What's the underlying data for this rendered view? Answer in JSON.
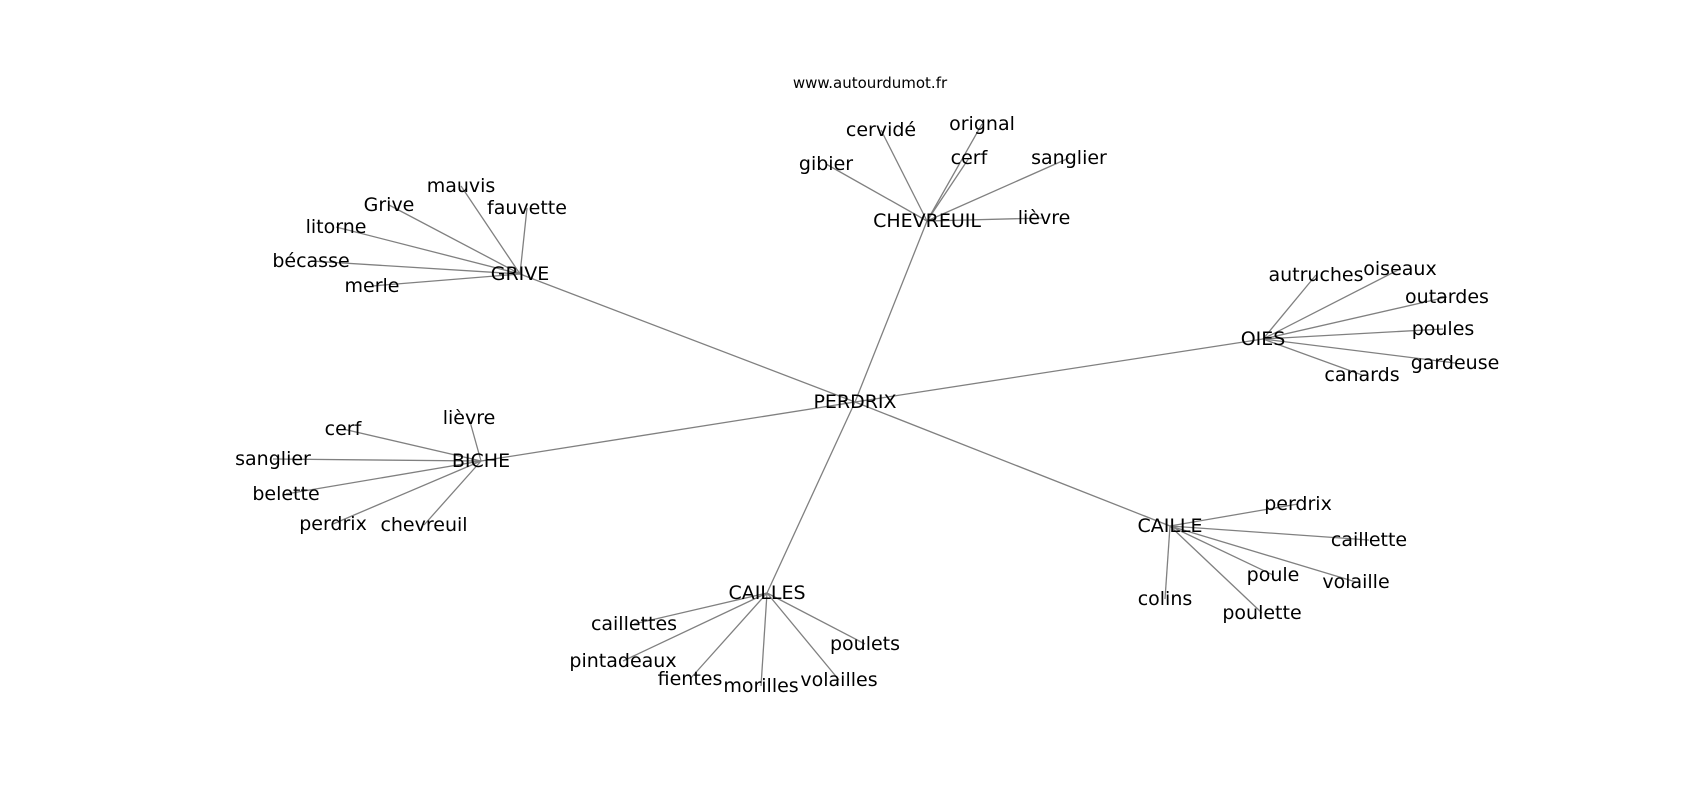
{
  "header": {
    "website": "www.autourdumot.fr"
  },
  "graph": {
    "root": "PERDRIX",
    "hubs": [
      {
        "label": "CHEVREUIL",
        "leaves": [
          "gibier",
          "cervidé",
          "orignal",
          "cerf",
          "sanglier",
          "lièvre"
        ]
      },
      {
        "label": "GRIVE",
        "leaves": [
          "mauvis",
          "Grive",
          "fauvette",
          "litorne",
          "bécasse",
          "merle"
        ]
      },
      {
        "label": "OIES",
        "leaves": [
          "autruches",
          "oiseaux",
          "outardes",
          "poules",
          "gardeuse",
          "canards"
        ]
      },
      {
        "label": "BICHE",
        "leaves": [
          "lièvre",
          "cerf",
          "sanglier",
          "belette",
          "perdrix",
          "chevreuil"
        ]
      },
      {
        "label": "CAILLE",
        "leaves": [
          "perdrix",
          "caillette",
          "poule",
          "volaille",
          "colins",
          "poulette"
        ]
      },
      {
        "label": "CAILLES",
        "leaves": [
          "caillettes",
          "pintadeaux",
          "fientes",
          "morilles",
          "volailles",
          "poulets"
        ]
      }
    ]
  },
  "colors": {
    "edge": "#808080",
    "text": "#000000",
    "background": "#ffffff"
  }
}
